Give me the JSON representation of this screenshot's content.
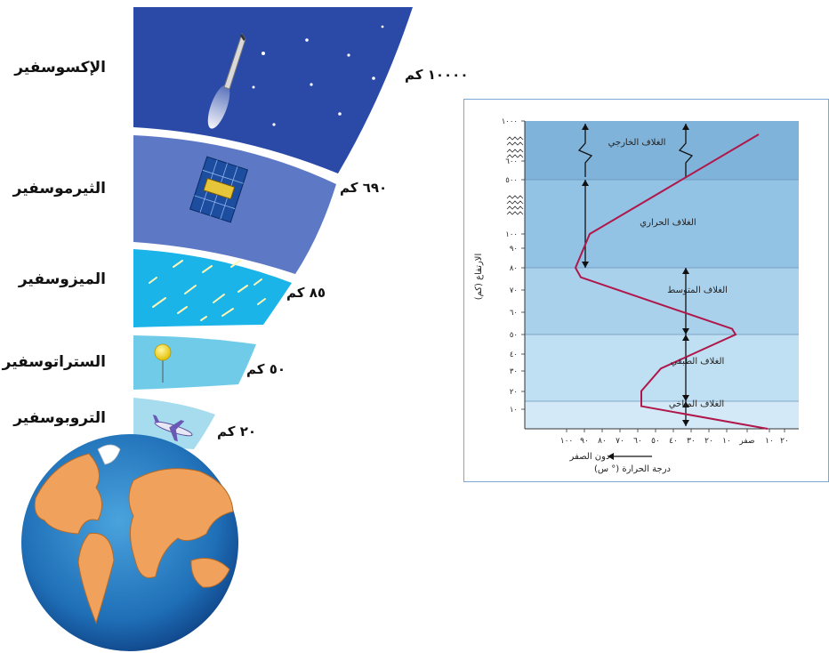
{
  "diagram": {
    "layers": [
      {
        "name": "الإكسوسفير",
        "altitude_label": "١٠٠٠٠ كم",
        "color": "#2b4aa8"
      },
      {
        "name": "الثيرموسفير",
        "altitude_label": "٦٩٠ كم",
        "color": "#5d78c4"
      },
      {
        "name": "الميزوسفير",
        "altitude_label": "٨٥ كم",
        "color": "#1bb4e8"
      },
      {
        "name": "الستراتوسفير",
        "altitude_label": "٥٠ كم",
        "color": "#70cbe9"
      },
      {
        "name": "التروبوسفير",
        "altitude_label": "٢٠ كم",
        "color": "#a6dcee"
      }
    ]
  },
  "chart_data": {
    "type": "line",
    "ylabel": "الارتفاع (كم)",
    "xlabel": "درجة الحرارة (° س)",
    "x_arrow_label": "دون الصفر",
    "y_ticks": [
      "١٠٠٠",
      "٦٠٠",
      "٥٠٠",
      "١٠٠",
      "٩٠",
      "٨٠",
      "٧٠",
      "٦٠",
      "٥٠",
      "٤٠",
      "٣٠",
      "٢٠",
      "١٠"
    ],
    "x_ticks": [
      "٢٠",
      "١٠",
      "صفر",
      "١٠",
      "٢٠",
      "٣٠",
      "٤٠",
      "٥٠",
      "٦٠",
      "٧٠",
      "٨٠",
      "٩٠",
      "١٠٠"
    ],
    "zones": [
      {
        "name": "الغلاف الخارجي",
        "color": "#7fb3da"
      },
      {
        "name": "الغلاف الحراري",
        "color": "#92c2e4"
      },
      {
        "name": "الغلاف المتوسط",
        "color": "#a9d1ec"
      },
      {
        "name": "الغلاف الطبقي",
        "color": "#bfdff3"
      },
      {
        "name": "الغلاف المناخي",
        "color": "#d3e9f7"
      }
    ],
    "series": [
      {
        "color": "#b0174a",
        "points": [
          {
            "x": 15,
            "y": 0
          },
          {
            "x": -56,
            "y": 12
          },
          {
            "x": -56,
            "y": 20
          },
          {
            "x": -45,
            "y": 32
          },
          {
            "x": -3,
            "y": 50
          },
          {
            "x": -5,
            "y": 53
          },
          {
            "x": -90,
            "y": 80
          },
          {
            "x": -93,
            "y": 85
          },
          {
            "x": -85,
            "y": 100
          },
          {
            "x": 10,
            "y": 1000
          }
        ]
      }
    ]
  }
}
